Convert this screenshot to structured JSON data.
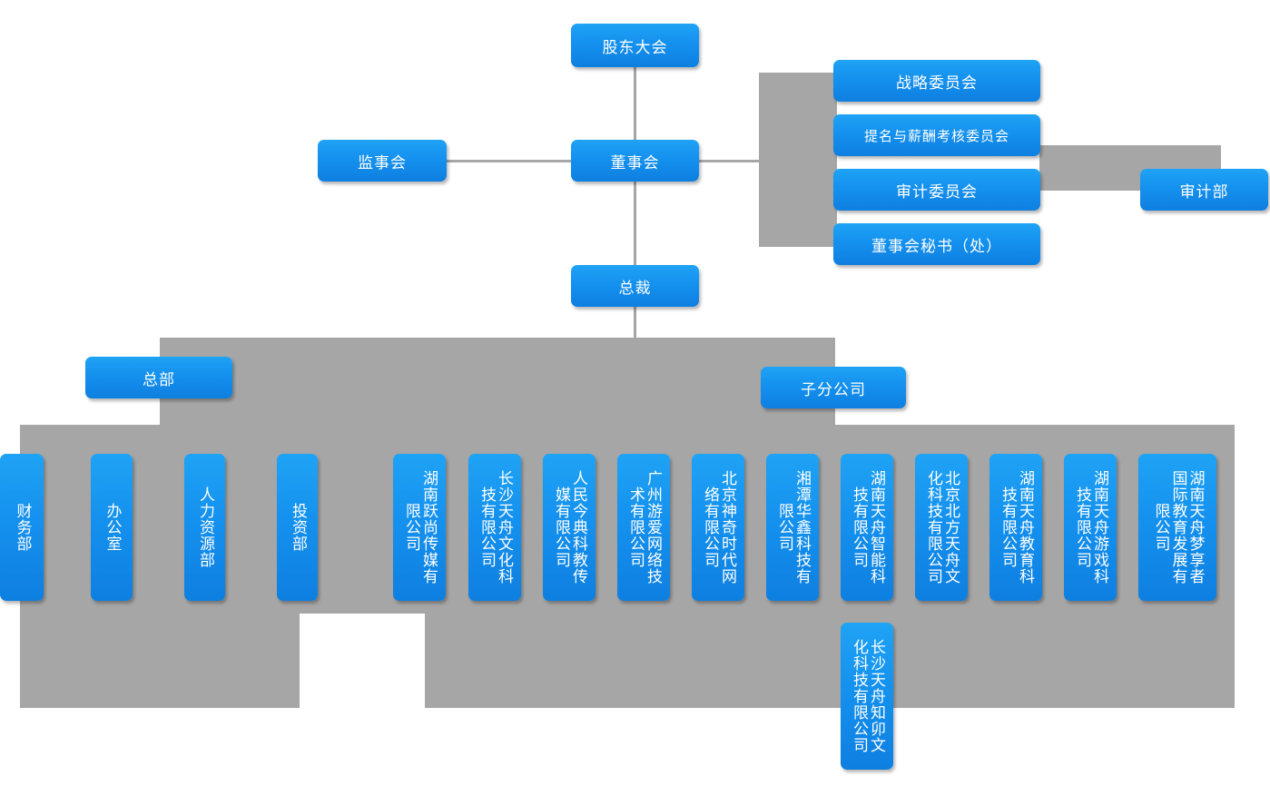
{
  "chart_title": "",
  "colors": {
    "box_top": "#1fa3f5",
    "box_bottom": "#0e7fe0",
    "gray": "#a6a6a6",
    "text": "#ffffff",
    "background": "#ffffff"
  },
  "governance": {
    "shareholders_meeting": "股东大会",
    "board_of_directors": "董事会",
    "supervisory_board": "监事会",
    "president": "总裁",
    "audit_department": "审计部",
    "committees": [
      "战略委员会",
      "提名与薪酬考核委员会",
      "审计委员会",
      "董事会秘书（处）"
    ]
  },
  "groups": {
    "headquarters": "总部",
    "subsidiaries": "子分公司"
  },
  "hq_departments": [
    "财务部",
    "办公室",
    "人力资源部",
    "投资部"
  ],
  "subsidiary_companies": [
    "湖南跃尚传媒有限公司",
    "长沙天舟文化科技有限公司",
    "人民今典科教传媒有限公司",
    "广州游爱网络技术有限公司",
    "北京神奇时代网络有限公司",
    "湘潭华鑫科技有限公司",
    "湖南天舟智能科技有限公司",
    "北京北方天舟文化科技有限公司",
    "湖南天舟教育科技有限公司",
    "湖南天舟游戏科技有限公司",
    "湖南天舟梦享者国际教育发展有限公司"
  ],
  "subsidiary_companies_row2": [
    "长沙天舟知卯文化科技有限公司"
  ]
}
